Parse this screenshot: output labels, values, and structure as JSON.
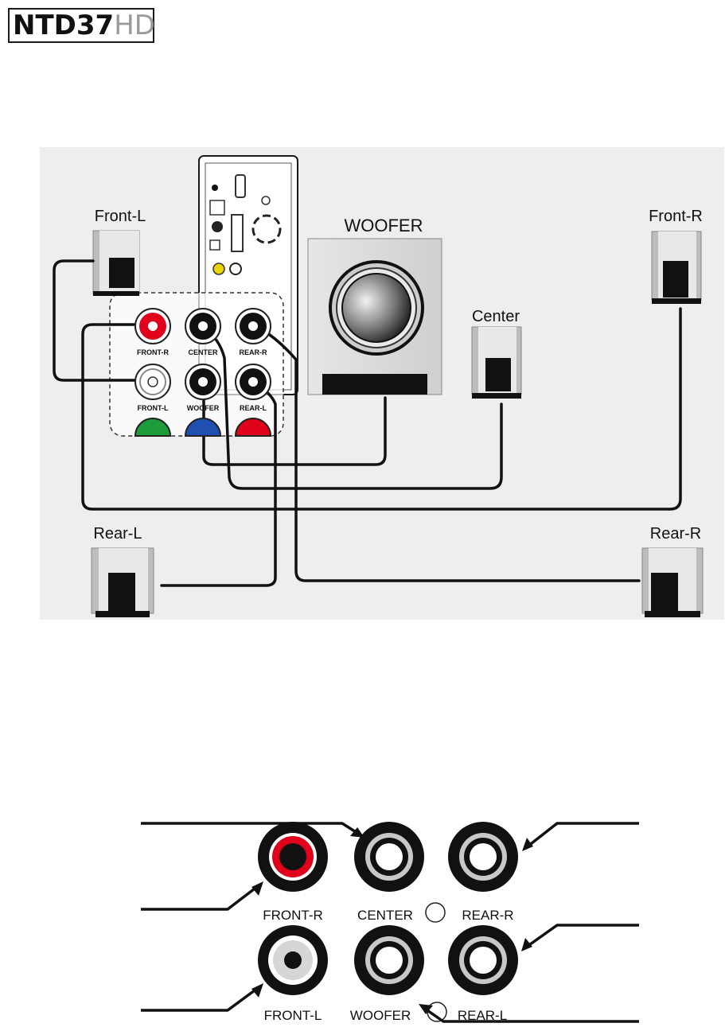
{
  "logo": {
    "model": "NTD37",
    "suffix": "HD"
  },
  "diagram": {
    "speakers": {
      "front_l": "Front-L",
      "front_r": "Front-R",
      "woofer": "WOOFER",
      "center": "Center",
      "rear_l": "Rear-L",
      "rear_r": "Rear-R"
    },
    "jacks": {
      "front_r": "FRONT-R",
      "center": "CENTER",
      "rear_r": "REAR-R",
      "front_l": "FRONT-L",
      "woofer": "WOOFER",
      "rear_l": "REAR-L"
    }
  },
  "closeup": {
    "labels": {
      "front_r": "FRONT-R",
      "center": "CENTER",
      "rear_r": "REAR-R",
      "front_l": "FRONT-L",
      "woofer": "WOOFER",
      "rear_l": "REAR-L"
    }
  },
  "colors": {
    "red": "#e0001b",
    "green": "#1e9b3a",
    "blue": "#1f4fb0",
    "panel": "#eeeeee"
  }
}
